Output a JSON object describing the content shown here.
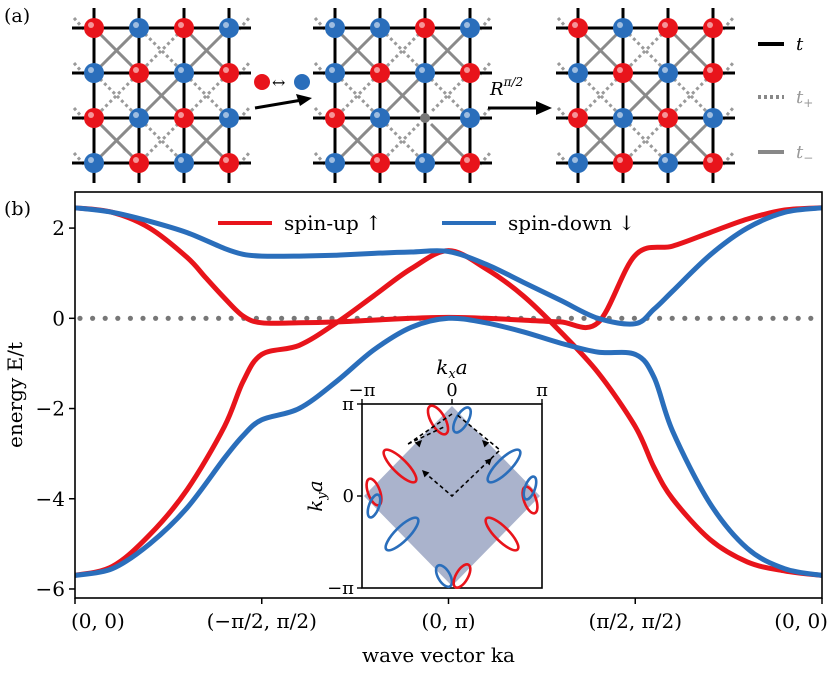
{
  "panel_a": {
    "label": "(a)",
    "swap_symbol": "↔",
    "rotation_label": "R^π/2",
    "legend": [
      {
        "label": "t",
        "style": "solid-black"
      },
      {
        "label": "t+",
        "style": "dotted-gray"
      },
      {
        "label": "t−",
        "style": "solid-gray"
      }
    ],
    "lattices": [
      {
        "name": "lattice-1",
        "spins": [
          [
            "up",
            "down",
            "up",
            "down"
          ],
          [
            "down",
            "up",
            "down",
            "up"
          ],
          [
            "up",
            "down",
            "up",
            "down"
          ],
          [
            "down",
            "up",
            "down",
            "up"
          ]
        ],
        "defect": false
      },
      {
        "name": "lattice-2",
        "spins": [
          [
            "down",
            "down",
            "up",
            "down"
          ],
          [
            "down",
            "up",
            "down",
            "up"
          ],
          [
            "up",
            "down",
            "none",
            "down"
          ],
          [
            "down",
            "up",
            "down",
            "up"
          ]
        ],
        "defect": true
      },
      {
        "name": "lattice-3",
        "spins": [
          [
            "up",
            "down",
            "up",
            "up"
          ],
          [
            "down",
            "up",
            "down",
            "up"
          ],
          [
            "up",
            "down",
            "up",
            "down"
          ],
          [
            "down",
            "up",
            "down",
            "up"
          ]
        ],
        "defect": false
      }
    ],
    "colors": {
      "up": "#e8141b",
      "down": "#2a6ebb",
      "defect": "#777777"
    }
  },
  "panel_b": {
    "label": "(b)",
    "inset": {
      "xlabel": "kxa",
      "ylabel": "kya",
      "x_ticks": [
        "−π",
        "0",
        "π"
      ],
      "y_ticks": [
        "π",
        "0",
        "−π"
      ],
      "fill_color": "#aab3cc"
    }
  },
  "chart_data": {
    "type": "line",
    "xlabel": "wave vector ka",
    "ylabel": "energy E/t",
    "ylim": [
      -6.2,
      2.8
    ],
    "yticks": [
      2,
      0,
      -2,
      -4,
      -6
    ],
    "ytick_labels": [
      "2",
      "0",
      "−2",
      "−4",
      "−6"
    ],
    "xticks": [
      0,
      1,
      2,
      3,
      4
    ],
    "xtick_labels": [
      "(0, 0)",
      "(−π/2, π/2)",
      "(0, π)",
      "(π/2, π/2)",
      "(0, 0)"
    ],
    "legend_position": "top-center",
    "zero_line": "dotted",
    "series": [
      {
        "name": "spin-up ↑",
        "color": "#e8141b",
        "band": "upper",
        "x": [
          0,
          0.2,
          0.4,
          0.6,
          0.7,
          0.8,
          0.9,
          1.0,
          1.2,
          1.4,
          1.6,
          1.8,
          2.0,
          2.2,
          2.4,
          2.6,
          2.8,
          3.0,
          3.2,
          3.4,
          3.6,
          3.8,
          4.0
        ],
        "y": [
          2.45,
          2.35,
          2.0,
          1.35,
          0.9,
          0.45,
          0.05,
          -0.1,
          -0.1,
          -0.08,
          -0.04,
          0.0,
          0.02,
          0.0,
          -0.04,
          -0.08,
          -0.1,
          1.4,
          1.6,
          1.9,
          2.2,
          2.4,
          2.45
        ]
      },
      {
        "name": "",
        "color": "#e8141b",
        "band": "lower",
        "x": [
          0,
          0.2,
          0.4,
          0.6,
          0.8,
          0.9,
          1.0,
          1.2,
          1.4,
          1.6,
          1.8,
          2.0,
          2.2,
          2.4,
          2.6,
          2.8,
          3.0,
          3.1,
          3.2,
          3.4,
          3.6,
          3.8,
          4.0
        ],
        "y": [
          -5.7,
          -5.5,
          -4.8,
          -3.8,
          -2.4,
          -1.4,
          -0.8,
          -0.6,
          -0.1,
          0.5,
          1.1,
          1.5,
          1.1,
          0.5,
          -0.3,
          -1.2,
          -2.4,
          -3.3,
          -4.0,
          -4.9,
          -5.4,
          -5.6,
          -5.7
        ]
      },
      {
        "name": "spin-down ↓",
        "color": "#2a6ebb",
        "band": "upper",
        "x": [
          0,
          0.2,
          0.4,
          0.6,
          0.8,
          0.9,
          1.0,
          1.2,
          1.4,
          1.6,
          1.8,
          2.0,
          2.2,
          2.4,
          2.6,
          2.8,
          3.0,
          3.1,
          3.2,
          3.4,
          3.6,
          3.8,
          4.0
        ],
        "y": [
          2.45,
          2.35,
          2.15,
          1.9,
          1.55,
          1.42,
          1.38,
          1.38,
          1.4,
          1.44,
          1.47,
          1.48,
          1.2,
          0.8,
          0.4,
          0.0,
          -0.12,
          0.2,
          0.6,
          1.4,
          2.0,
          2.35,
          2.45
        ]
      },
      {
        "name": "",
        "color": "#2a6ebb",
        "band": "lower",
        "x": [
          0,
          0.2,
          0.4,
          0.6,
          0.8,
          0.9,
          1.0,
          1.2,
          1.4,
          1.6,
          1.8,
          2.0,
          2.2,
          2.4,
          2.6,
          2.8,
          3.0,
          3.1,
          3.2,
          3.4,
          3.6,
          3.8,
          4.0
        ],
        "y": [
          -5.7,
          -5.55,
          -5.0,
          -4.2,
          -3.1,
          -2.6,
          -2.25,
          -2.0,
          -1.4,
          -0.7,
          -0.2,
          0.0,
          -0.1,
          -0.3,
          -0.55,
          -0.75,
          -0.8,
          -1.3,
          -2.5,
          -4.1,
          -5.1,
          -5.55,
          -5.7
        ]
      }
    ]
  }
}
